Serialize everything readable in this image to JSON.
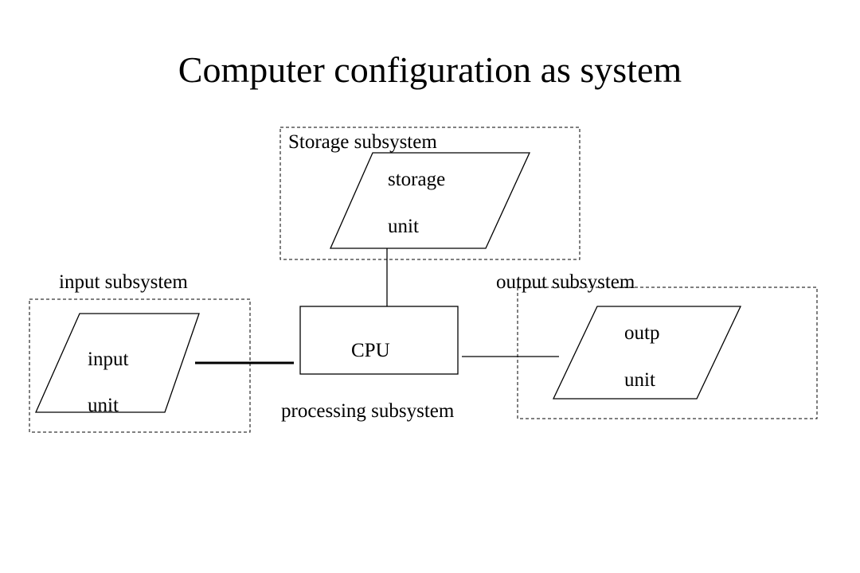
{
  "title": "Computer configuration as system",
  "subsystems": {
    "storage": {
      "label": "Storage subsystem",
      "unit_line1": "storage",
      "unit_line2": "unit"
    },
    "input": {
      "label": "input subsystem",
      "unit_line1": "input",
      "unit_line2": "unit"
    },
    "output": {
      "label": "output subsystem",
      "unit_line1": "outp",
      "unit_line2": "unit"
    },
    "processing": {
      "label": "processing subsystem",
      "cpu_label": "CPU"
    }
  }
}
